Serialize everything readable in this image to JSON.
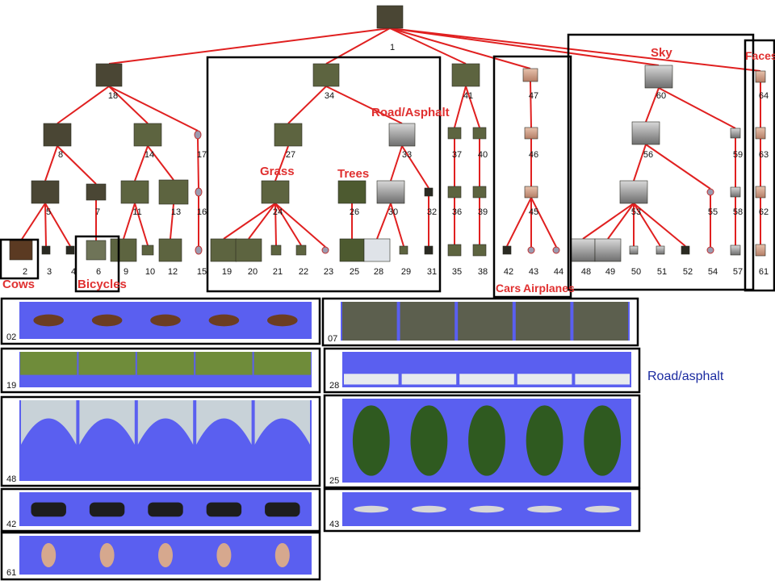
{
  "tree": {
    "nodes": [
      {
        "id": "1",
        "label": "1"
      },
      {
        "id": "18",
        "label": "18"
      },
      {
        "id": "34",
        "label": "34"
      },
      {
        "id": "41",
        "label": "41"
      },
      {
        "id": "47",
        "label": "47"
      },
      {
        "id": "60",
        "label": "60"
      },
      {
        "id": "64",
        "label": "64"
      },
      {
        "id": "8",
        "label": "8"
      },
      {
        "id": "14",
        "label": "14"
      },
      {
        "id": "17",
        "label": "17"
      },
      {
        "id": "27",
        "label": "27"
      },
      {
        "id": "33",
        "label": "33"
      },
      {
        "id": "37",
        "label": "37"
      },
      {
        "id": "40",
        "label": "40"
      },
      {
        "id": "46",
        "label": "46"
      },
      {
        "id": "56",
        "label": "56"
      },
      {
        "id": "59",
        "label": "59"
      },
      {
        "id": "63",
        "label": "63"
      },
      {
        "id": "5",
        "label": "5"
      },
      {
        "id": "7",
        "label": "7"
      },
      {
        "id": "11",
        "label": "11"
      },
      {
        "id": "13",
        "label": "13"
      },
      {
        "id": "16",
        "label": "16"
      },
      {
        "id": "24",
        "label": "24"
      },
      {
        "id": "26",
        "label": "26"
      },
      {
        "id": "30",
        "label": "30"
      },
      {
        "id": "32",
        "label": "32"
      },
      {
        "id": "36",
        "label": "36"
      },
      {
        "id": "39",
        "label": "39"
      },
      {
        "id": "45",
        "label": "45"
      },
      {
        "id": "53",
        "label": "53"
      },
      {
        "id": "55",
        "label": "55"
      },
      {
        "id": "58",
        "label": "58"
      },
      {
        "id": "62",
        "label": "62"
      },
      {
        "id": "2",
        "label": "2"
      },
      {
        "id": "3",
        "label": "3"
      },
      {
        "id": "4",
        "label": "4"
      },
      {
        "id": "6",
        "label": "6"
      },
      {
        "id": "9",
        "label": "9"
      },
      {
        "id": "10",
        "label": "10"
      },
      {
        "id": "12",
        "label": "12"
      },
      {
        "id": "15",
        "label": "15"
      },
      {
        "id": "19",
        "label": "19"
      },
      {
        "id": "20",
        "label": "20"
      },
      {
        "id": "21",
        "label": "21"
      },
      {
        "id": "22",
        "label": "22"
      },
      {
        "id": "23",
        "label": "23"
      },
      {
        "id": "25",
        "label": "25"
      },
      {
        "id": "28",
        "label": "28"
      },
      {
        "id": "29",
        "label": "29"
      },
      {
        "id": "31",
        "label": "31"
      },
      {
        "id": "35",
        "label": "35"
      },
      {
        "id": "38",
        "label": "38"
      },
      {
        "id": "42",
        "label": "42"
      },
      {
        "id": "43",
        "label": "43"
      },
      {
        "id": "44",
        "label": "44"
      },
      {
        "id": "48",
        "label": "48"
      },
      {
        "id": "49",
        "label": "49"
      },
      {
        "id": "50",
        "label": "50"
      },
      {
        "id": "51",
        "label": "51"
      },
      {
        "id": "52",
        "label": "52"
      },
      {
        "id": "54",
        "label": "54"
      },
      {
        "id": "57",
        "label": "57"
      },
      {
        "id": "61",
        "label": "61"
      }
    ],
    "edges": [
      [
        "1",
        "18"
      ],
      [
        "1",
        "34"
      ],
      [
        "1",
        "41"
      ],
      [
        "1",
        "47"
      ],
      [
        "1",
        "60"
      ],
      [
        "1",
        "64"
      ],
      [
        "18",
        "8"
      ],
      [
        "18",
        "14"
      ],
      [
        "18",
        "17"
      ],
      [
        "34",
        "27"
      ],
      [
        "34",
        "33"
      ],
      [
        "41",
        "37"
      ],
      [
        "41",
        "40"
      ],
      [
        "47",
        "46"
      ],
      [
        "60",
        "56"
      ],
      [
        "60",
        "59"
      ],
      [
        "64",
        "63"
      ],
      [
        "8",
        "5"
      ],
      [
        "8",
        "7"
      ],
      [
        "14",
        "11"
      ],
      [
        "14",
        "13"
      ],
      [
        "17",
        "16"
      ],
      [
        "27",
        "24"
      ],
      [
        "33",
        "30"
      ],
      [
        "33",
        "32"
      ],
      [
        "37",
        "36"
      ],
      [
        "40",
        "39"
      ],
      [
        "46",
        "45"
      ],
      [
        "56",
        "53"
      ],
      [
        "56",
        "55"
      ],
      [
        "59",
        "58"
      ],
      [
        "63",
        "62"
      ],
      [
        "5",
        "2"
      ],
      [
        "5",
        "3"
      ],
      [
        "5",
        "4"
      ],
      [
        "7",
        "6"
      ],
      [
        "11",
        "9"
      ],
      [
        "11",
        "10"
      ],
      [
        "13",
        "12"
      ],
      [
        "16",
        "15"
      ],
      [
        "24",
        "19"
      ],
      [
        "24",
        "20"
      ],
      [
        "24",
        "21"
      ],
      [
        "24",
        "22"
      ],
      [
        "24",
        "23"
      ],
      [
        "26",
        "25"
      ],
      [
        "30",
        "28"
      ],
      [
        "30",
        "29"
      ],
      [
        "32",
        "31"
      ],
      [
        "36",
        "35"
      ],
      [
        "39",
        "38"
      ],
      [
        "45",
        "42"
      ],
      [
        "45",
        "43"
      ],
      [
        "45",
        "44"
      ],
      [
        "53",
        "48"
      ],
      [
        "53",
        "49"
      ],
      [
        "53",
        "50"
      ],
      [
        "53",
        "51"
      ],
      [
        "53",
        "52"
      ],
      [
        "55",
        "54"
      ],
      [
        "58",
        "57"
      ],
      [
        "62",
        "61"
      ]
    ]
  },
  "categories": {
    "sky": "Sky",
    "faces": "Faces",
    "road_asphalt": "Road/Asphalt",
    "grass": "Grass",
    "trees": "Trees",
    "cows": "Cows",
    "bicycles": "Bicycles",
    "cars": "Cars",
    "airplanes": "Airplanes"
  },
  "panels": [
    {
      "id": "p02",
      "label": "02",
      "kind": "cow",
      "count": 5
    },
    {
      "id": "p07",
      "label": "07",
      "kind": "bike",
      "count": 5
    },
    {
      "id": "p19",
      "label": "19",
      "kind": "grass",
      "count": 5
    },
    {
      "id": "p28",
      "label": "28",
      "kind": "road",
      "count": 5
    },
    {
      "id": "p48",
      "label": "48",
      "kind": "sky",
      "count": 5
    },
    {
      "id": "p25",
      "label": "25",
      "kind": "tree",
      "count": 5
    },
    {
      "id": "p42",
      "label": "42",
      "kind": "car",
      "count": 5
    },
    {
      "id": "p43",
      "label": "43",
      "kind": "plane",
      "count": 5
    },
    {
      "id": "p61",
      "label": "61",
      "kind": "face",
      "count": 5
    }
  ],
  "caption": "Road/asphalt",
  "colors": {
    "edge": "#e02020",
    "panel_bg": "#5a5ff0",
    "frame": "#000000",
    "category_text": "#e03030",
    "caption_text": "#1a2aa0"
  }
}
